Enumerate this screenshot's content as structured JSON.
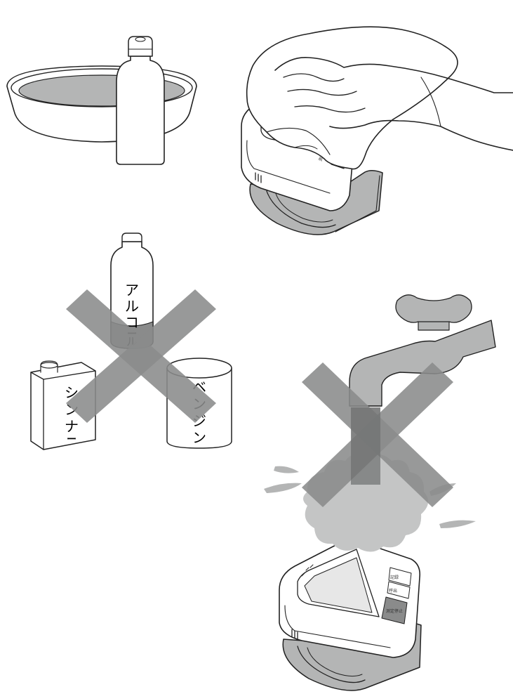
{
  "colors": {
    "line": "#222222",
    "fill_gray": "#b4b5b5",
    "cross_gray": "#8a8b8b",
    "stream_dark": "#6e6f6f",
    "bg": "#ffffff"
  },
  "labels": {
    "alcohol": [
      "ア",
      "ル",
      "コ",
      "ー",
      "ル"
    ],
    "thinner": [
      "シ",
      "ン",
      "ナ",
      "ー"
    ],
    "benzine": [
      "ベ",
      "ン",
      "ジ",
      "ン"
    ]
  },
  "device_buttons": {
    "top": "記録",
    "middle": "呼出",
    "bottom": "測定停止"
  },
  "icons": [
    "basin-icon",
    "detergent-bottle-icon",
    "cleaning-cloth-icon",
    "hand-icon",
    "blood-pressure-monitor-icon",
    "alcohol-bottle-icon",
    "thinner-can-icon",
    "benzine-can-icon",
    "prohibition-cross-icon",
    "water-tap-icon",
    "water-splash-icon"
  ]
}
